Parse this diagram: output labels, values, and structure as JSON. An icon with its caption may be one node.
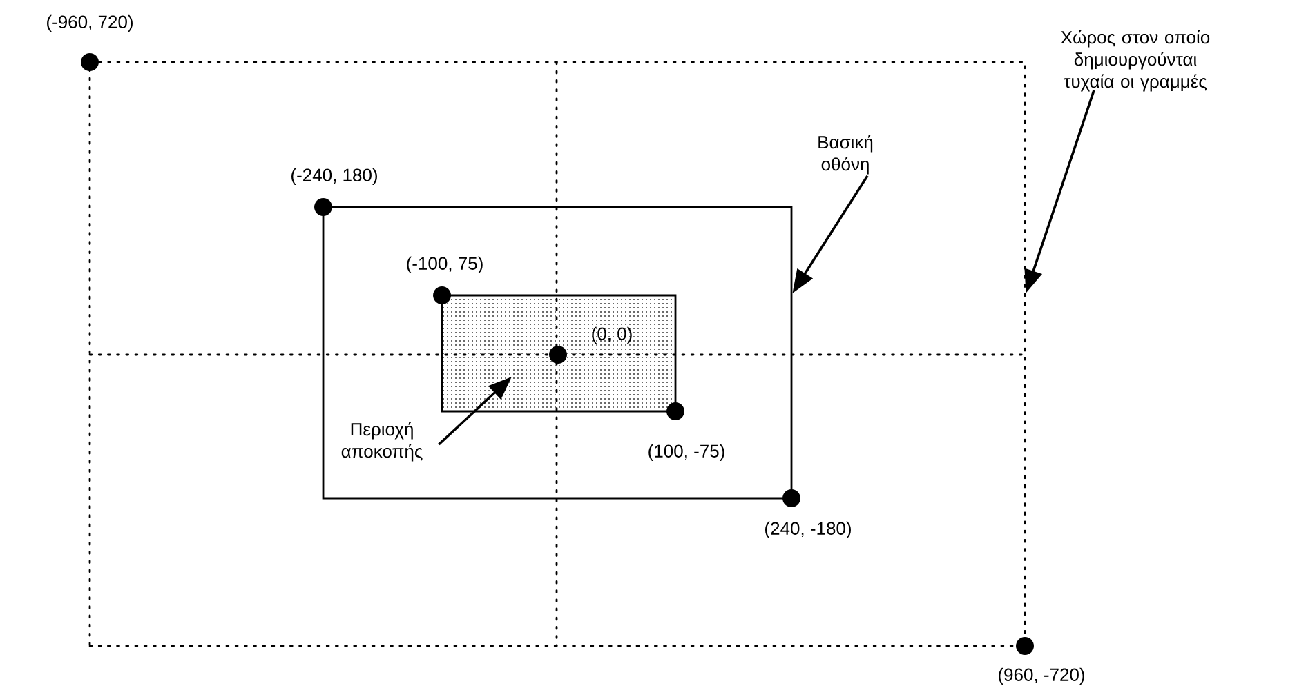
{
  "diagram": {
    "nodes": [
      {
        "text": [],
        "shape": "box"
      },
      {
        "text": [],
        "shape": "box",
        "in": 0
      },
      {
        "text": [],
        "shape": "box",
        "in": 1
      },
      {
        "text": [
          "Χώρος στον οποίο δημιουργούνται τυχαία οι γραμμές"
        ]
      },
      {
        "text": [
          "Βασική οθόνη"
        ],
        "in": 0
      },
      {
        "text": [
          "Περιοχή αποκοπής"
        ],
        "in": 1
      }
    ],
    "edges": [
      {
        "from": 3,
        "to": 0,
        "arrow": "to"
      },
      {
        "from": 4,
        "to": 1,
        "arrow": "to"
      },
      {
        "from": 5,
        "to": 2,
        "arrow": "to"
      }
    ],
    "labels": [
      "(-960, 720)",
      "(-240, 180)",
      "(-100, 75)",
      "(0, 0)",
      "(100, -75)",
      "(240, -180)",
      "(960, -720)"
    ]
  }
}
